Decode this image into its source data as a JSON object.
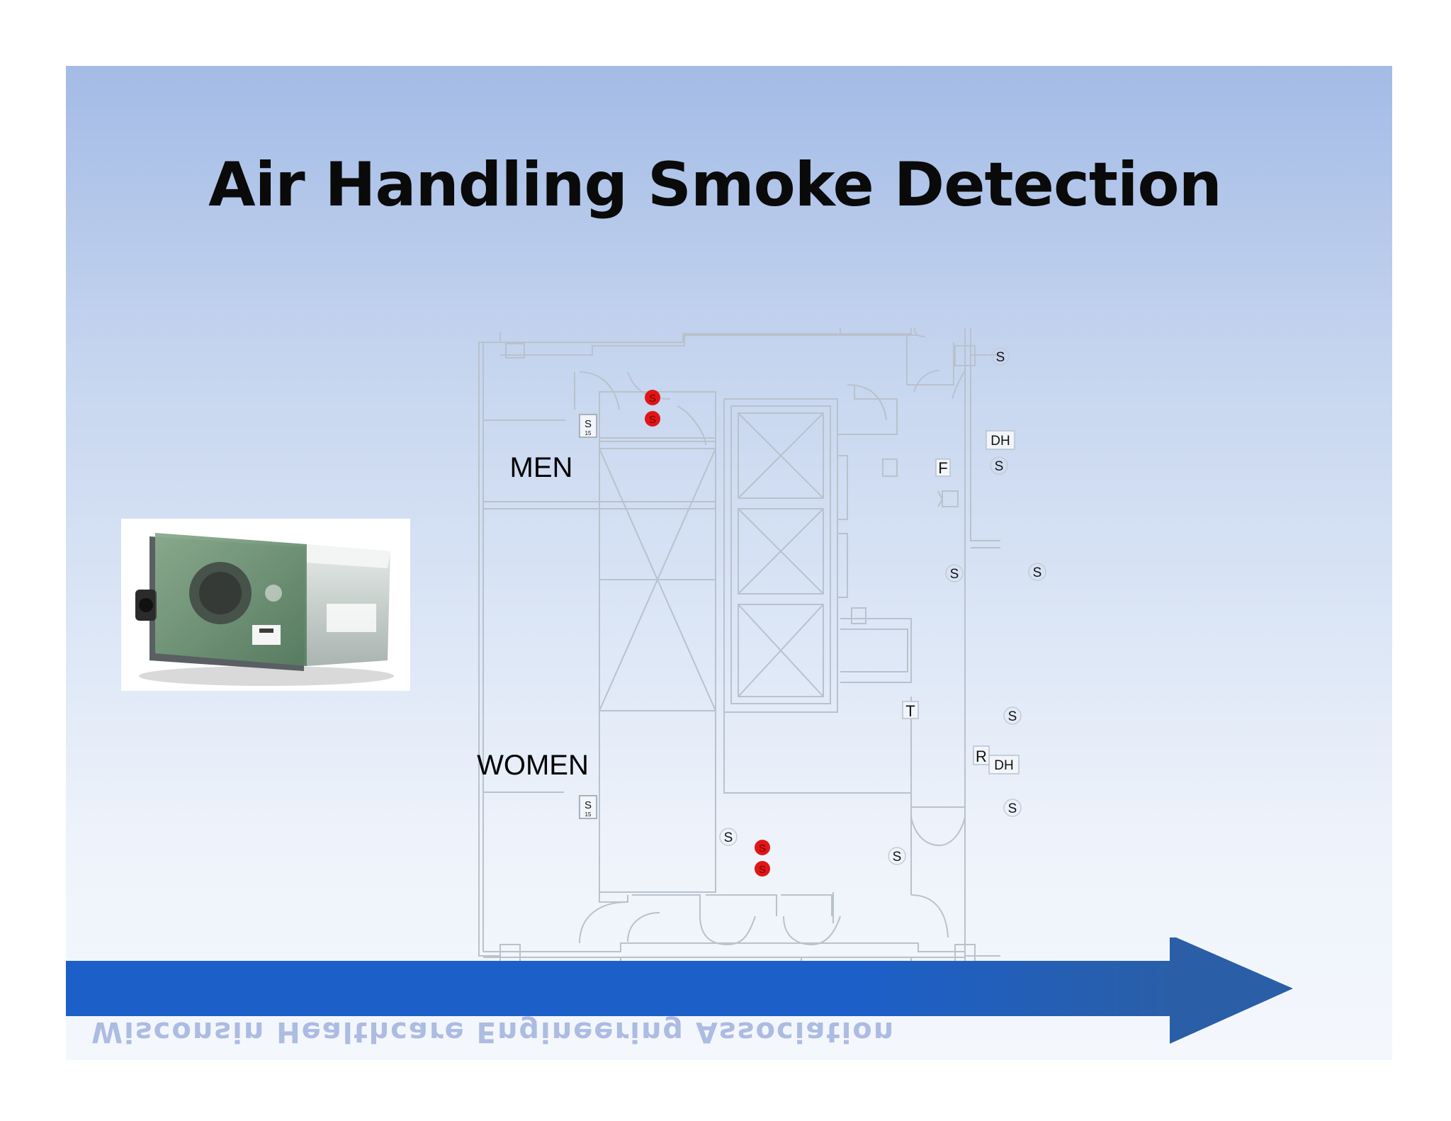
{
  "slide": {
    "title": "Air Handling Smoke Detection",
    "footer_text": "Wisconsin Healthcare Engineering Association"
  },
  "floorplan": {
    "rooms": {
      "men": "MEN",
      "women": "WOMEN"
    },
    "labels": {
      "detector": "S",
      "detector_rating": "15",
      "duct_detector": "DH",
      "f": "F",
      "t": "T",
      "r": "R"
    }
  },
  "colors": {
    "active_detector": "#e01616",
    "arrow": "#1c5fc8",
    "arrow_head": "#2a5fa8",
    "wall": "#b9c2cc"
  },
  "icons": [
    "smoke-detector-icon",
    "duct-detector-device-image",
    "progress-arrow-icon"
  ]
}
